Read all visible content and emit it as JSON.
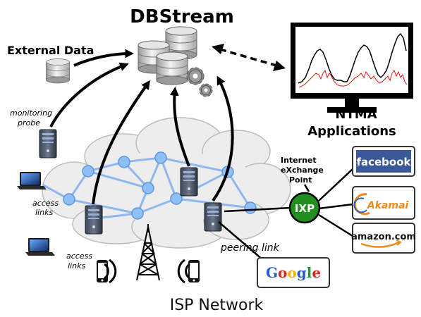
{
  "title": "DBStream",
  "external_data_label": "External Data",
  "ntma_label_line1": "NTMA",
  "ntma_label_line2": "Applications",
  "monitoring_probe_line1": "monitoring",
  "monitoring_probe_line2": "probe",
  "access_links_1_line1": "access",
  "access_links_1_line2": "links",
  "access_links_2_line1": "access",
  "access_links_2_line2": "links",
  "ixp_caption_line1": "Internet",
  "ixp_caption_line2": "eXchange",
  "ixp_caption_line3": "Point",
  "ixp_label": "IXP",
  "peering_link_label": "peering link",
  "isp_network_label": "ISP Network",
  "logos": {
    "facebook": "facebook",
    "akamai": "Akamai",
    "amazon": "amazon.com",
    "google": "Google"
  },
  "colors": {
    "node_fill": "#8ec0f7",
    "link": "#8fb8ef",
    "ixp_green": "#1f8f1f",
    "facebook_blue": "#3b5998",
    "akamai_orange": "#f08a1c",
    "chart_red": "#e00000"
  },
  "icons": [
    "database-icon",
    "gears-icon",
    "monitor-icon",
    "server-icon",
    "laptop-icon",
    "smartphone-icon",
    "antenna-tower-icon",
    "cloud-icon"
  ]
}
